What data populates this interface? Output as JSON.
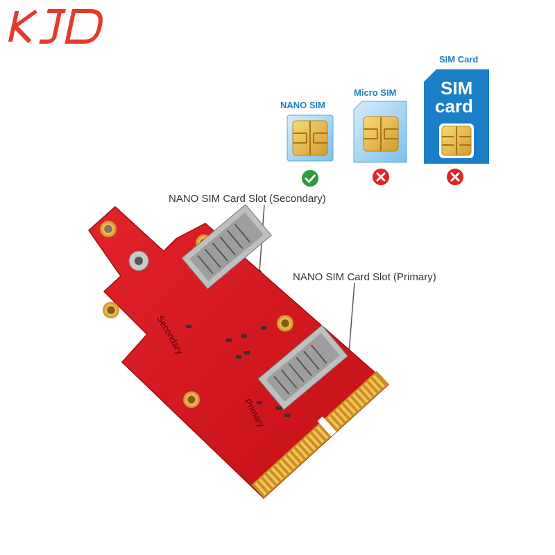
{
  "brand": {
    "logo_text": "KJD",
    "logo_color": "#e43a2c"
  },
  "sim_types": [
    {
      "label": "NANO SIM",
      "status": "supported",
      "status_icon": "check-icon"
    },
    {
      "label": "Micro SIM",
      "status": "unsupported",
      "status_icon": "cross-icon"
    },
    {
      "label": "SIM Card",
      "card_text_1": "SIM",
      "card_text_2": "card",
      "status": "unsupported",
      "status_icon": "cross-icon"
    }
  ],
  "callouts": {
    "secondary": "NANO SIM Card Slot (Secondary)",
    "primary": "NANO SIM Card Slot (Primary)"
  },
  "board": {
    "silkscreen_secondary": "Secondary",
    "silkscreen_primary": "Primary",
    "pcb_color": "#d7151c",
    "gold_color": "#e6b34a"
  },
  "colors": {
    "accent_blue": "#1a7fc6",
    "check_green": "#2e9b3d",
    "cross_red": "#e2232a"
  }
}
